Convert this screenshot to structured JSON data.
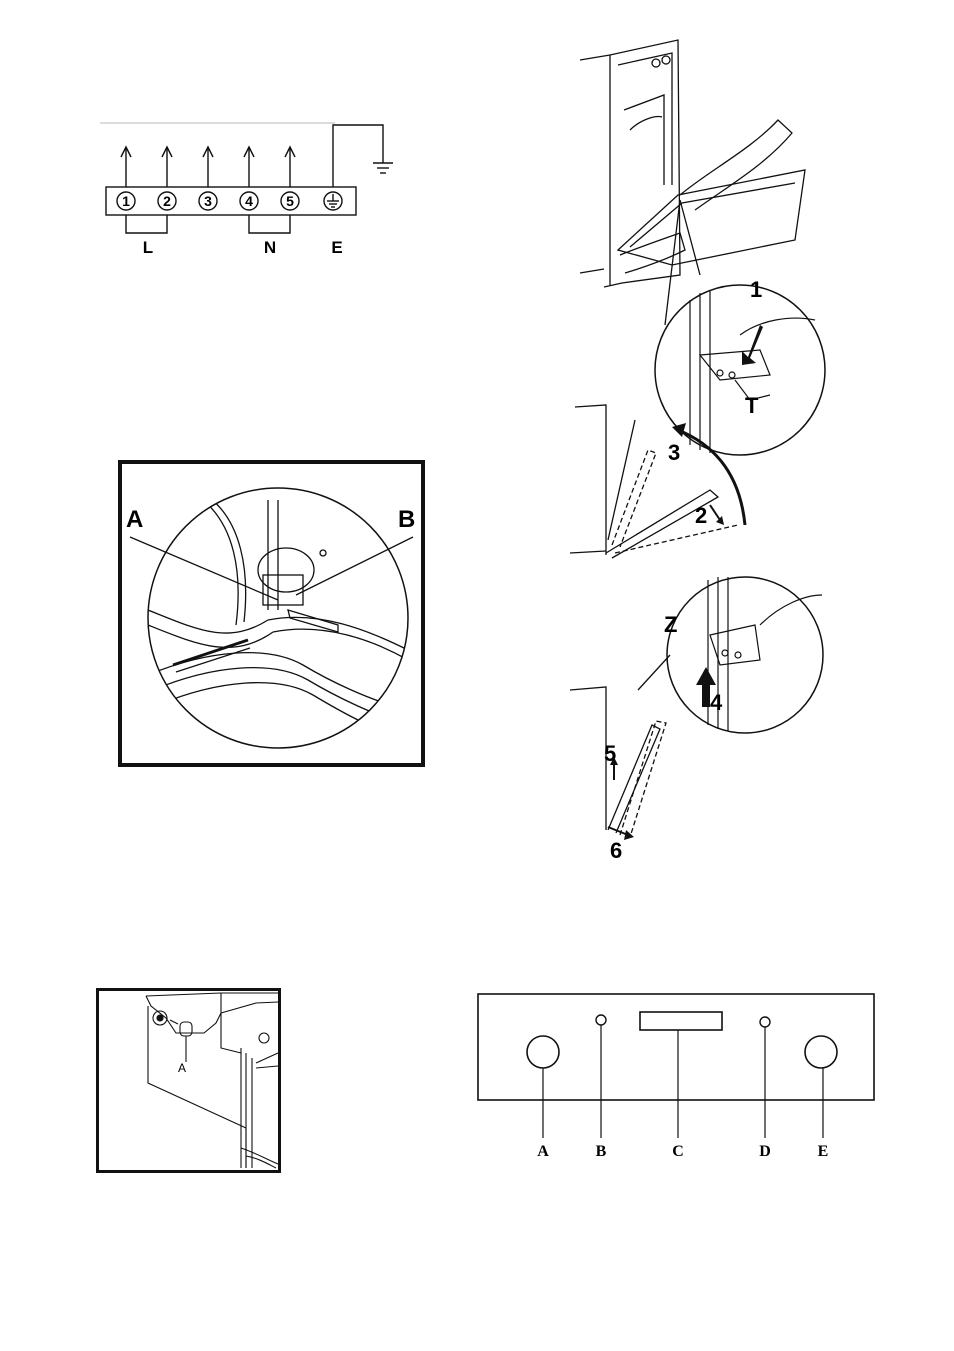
{
  "terminal_block": {
    "terminals": [
      "1",
      "2",
      "3",
      "4",
      "5"
    ],
    "groups": [
      "L",
      "N",
      "E"
    ]
  },
  "corner_detail": {
    "labels": [
      "A",
      "B"
    ]
  },
  "door_removal": {
    "labels": [
      "1",
      "T",
      "3",
      "2",
      "Z",
      "4",
      "5",
      "6"
    ]
  },
  "side_fixing": {
    "label": "A"
  },
  "control_panel": {
    "labels": [
      "A",
      "B",
      "C",
      "D",
      "E"
    ]
  }
}
